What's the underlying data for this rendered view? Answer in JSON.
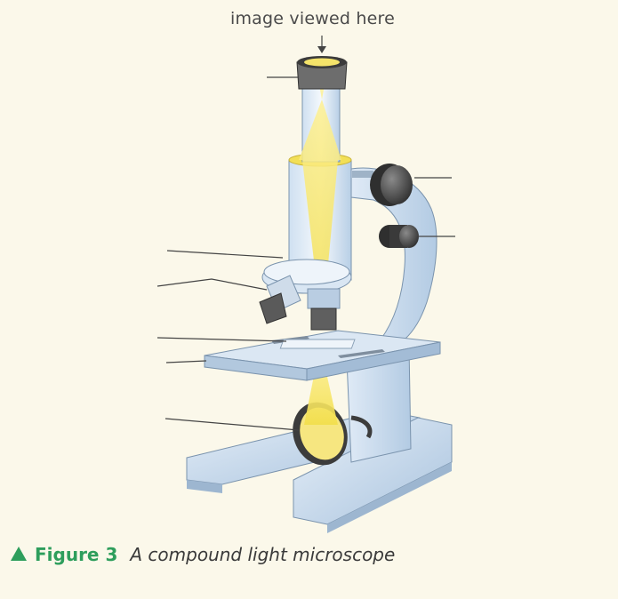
{
  "diagram": {
    "top_label": "image viewed here",
    "caption": {
      "figure_label": "Figure 3",
      "text": "A compound light microscope"
    },
    "colors": {
      "background": "#fbf8ea",
      "body_blue": "#c9dcef",
      "body_blue_light": "#e4eef8",
      "body_blue_dark": "#9fbad6",
      "light_beam": "#f3e25a",
      "caption_green": "#2e9e5c",
      "outline": "#3c3c3c"
    },
    "parts": [
      "eyepiece",
      "coarse-focus-knob",
      "fine-focus-knob",
      "nosepiece",
      "objective-lens",
      "slide",
      "stage",
      "mirror"
    ]
  }
}
